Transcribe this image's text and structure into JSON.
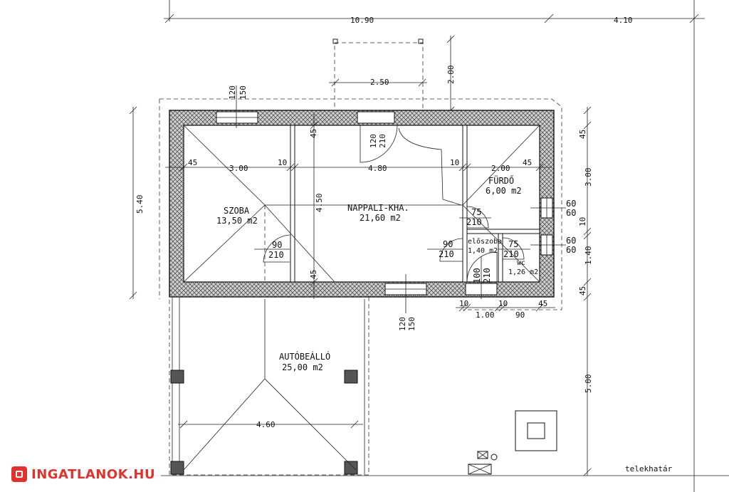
{
  "rooms": {
    "szoba": {
      "name": "SZOBA",
      "area": "13,50 m2"
    },
    "nappali": {
      "name": "NAPPALI-KHA.",
      "area": "21,60 m2"
    },
    "furdo": {
      "name": "FÜRDŐ",
      "area": "6,00 m2"
    },
    "eloszoba": {
      "name": "előszoba",
      "area": "1,40 m2"
    },
    "wc": {
      "name": "wc",
      "area": "1,26 m2"
    },
    "autobeallo": {
      "name": "AUTÓBEÁLLÓ",
      "area": "25,00 m2"
    }
  },
  "dimensions": {
    "top_total": "10.90",
    "top_right": "4.10",
    "terrace_width": "2.50",
    "terrace_depth": "2.00",
    "left_height": "5.40",
    "wall_45": "45",
    "wall_10": "10",
    "szoba_width": "3.00",
    "nappali_width": "4.80",
    "furdo_width": "2.00",
    "nappali_depth": "4.50",
    "furdo_depth": "3.00",
    "eloszoba_depth": "1.40",
    "bottom_100": "1.00",
    "bottom_90": "90",
    "carport_width": "4.60",
    "plot_depth": "5.00"
  },
  "openings": {
    "win_top_left": [
      "120",
      "150"
    ],
    "door_entry": [
      "120",
      "210"
    ],
    "door_szoba": [
      "90",
      "210"
    ],
    "door_furdo": [
      "75",
      "210"
    ],
    "door_eloszoba": [
      "90",
      "210"
    ],
    "door_wc": [
      "75",
      "210"
    ],
    "door_front": [
      "100",
      "210"
    ],
    "win_bottom": [
      "120",
      "150"
    ],
    "win_right_1": [
      "60",
      "60"
    ],
    "win_right_2": [
      "60",
      "60"
    ]
  },
  "boundary_label": "telekhatár",
  "logo_text": "INGATLANOK.HU"
}
